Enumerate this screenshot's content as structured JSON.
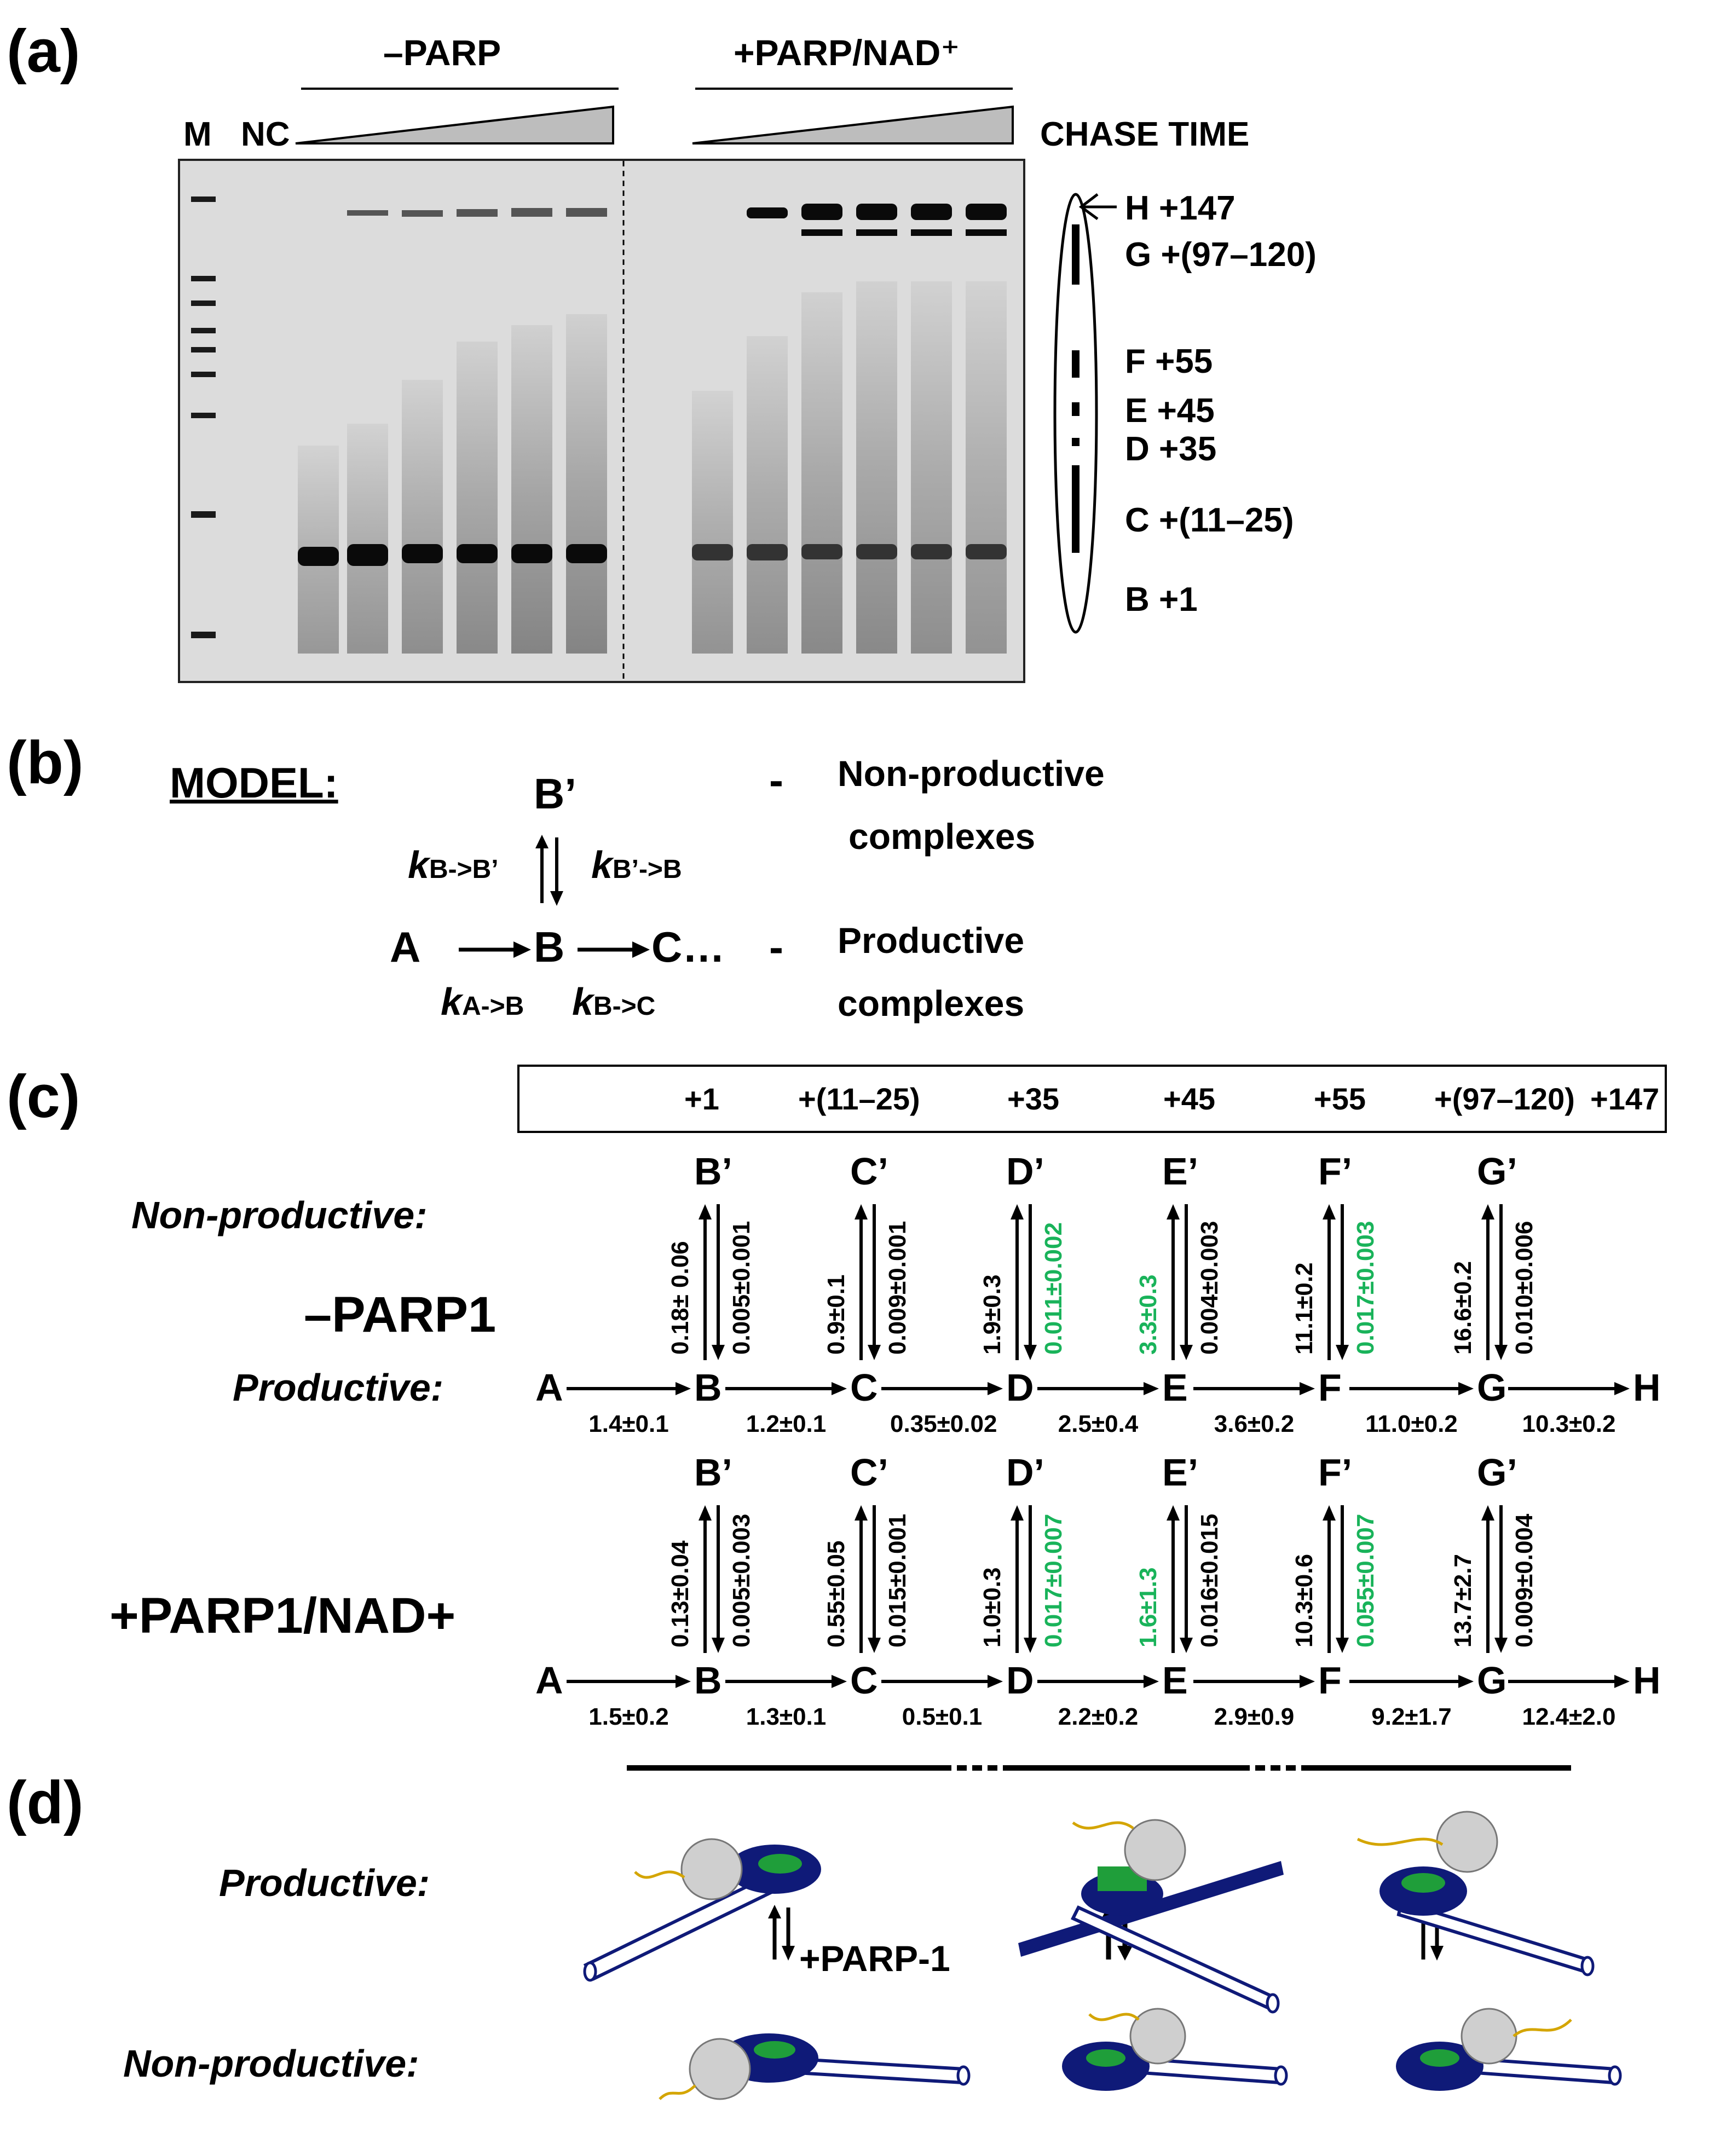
{
  "panels": {
    "a": "(a)",
    "b": "(b)",
    "c": "(c)",
    "d": "(d)"
  },
  "panel_a": {
    "group_left": "–PARP",
    "group_right": "+PARP/NAD⁺",
    "lane_m": "M",
    "lane_nc": "NC",
    "chase_time": "CHASE TIME",
    "bands": [
      {
        "label": "H +147"
      },
      {
        "label": "G +(97–120)"
      },
      {
        "label": "F +55"
      },
      {
        "label": "E +45"
      },
      {
        "label": "D +35"
      },
      {
        "label": "C +(11–25)"
      },
      {
        "label": "B +1"
      }
    ]
  },
  "panel_b": {
    "model_label": "MODEL:",
    "b_prime": "B’",
    "k_b_bprime": "k",
    "k_b_bprime_sub": "B->B’",
    "k_bprime_b": "k",
    "k_bprime_b_sub": "B’->B",
    "chain_a": "A",
    "chain_b": "B",
    "chain_c": "C…",
    "k_a_b": "k",
    "k_a_b_sub": "A->B",
    "k_b_c": "k",
    "k_b_c_sub": "B->C",
    "dash1": "-",
    "dash2": "-",
    "nonprod_1": "Non-productive",
    "nonprod_2": "complexes",
    "prod_1": "Productive",
    "prod_2": "complexes"
  },
  "panel_c": {
    "header": [
      "+1",
      "+(11–25)",
      "+35",
      "+45",
      "+55",
      "+(97–120)",
      "+147"
    ],
    "nonproductive_label": "Non-productive:",
    "productive_label": "Productive:",
    "cond_minus": "–PARP1",
    "cond_plus": "+PARP1/NAD+",
    "nodes": [
      "A",
      "B",
      "C",
      "D",
      "E",
      "F",
      "G",
      "H"
    ],
    "primes": [
      "B’",
      "C’",
      "D’",
      "E’",
      "F’",
      "G’"
    ],
    "minus": {
      "forward": [
        "1.4±0.1",
        "1.2±0.1",
        "0.35±0.02",
        "2.5±0.4",
        "3.6±0.2",
        "11.0±0.2",
        "10.3±0.2"
      ],
      "to_prime": [
        "0.18± 0.06",
        "0.9±0.1",
        "1.9±0.3",
        "3.3±0.3",
        "11.1±0.2",
        "16.6±0.2"
      ],
      "from_prime": [
        "0.005±0.001",
        "0.009±0.001",
        "0.011±0.002",
        "0.004±0.003",
        "0.017±0.003",
        "0.010±0.006"
      ],
      "to_prime_green": [
        false,
        false,
        false,
        true,
        false,
        false
      ],
      "from_prime_green": [
        false,
        false,
        true,
        false,
        true,
        false
      ]
    },
    "plus": {
      "forward": [
        "1.5±0.2",
        "1.3±0.1",
        "0.5±0.1",
        "2.2±0.2",
        "2.9±0.9",
        "9.2±1.7",
        "12.4±2.0"
      ],
      "to_prime": [
        "0.13±0.04",
        "0.55±0.05",
        "1.0±0.3",
        "1.6±1.3",
        "10.3±0.6",
        "13.7±2.7"
      ],
      "from_prime": [
        "0.005±0.003",
        "0.015±0.001",
        "0.017±0.007",
        "0.016±0.015",
        "0.055±0.007",
        "0.009±0.004"
      ],
      "to_prime_green": [
        false,
        false,
        false,
        true,
        false,
        false
      ],
      "from_prime_green": [
        false,
        false,
        true,
        false,
        true,
        false
      ]
    }
  },
  "panel_d": {
    "productive_label": "Productive:",
    "nonproductive_label": "Non-productive:",
    "parp_label": "+PARP-1"
  },
  "colors": {
    "green": "#19b35a",
    "navy": "#0f1a78",
    "nucleosome_green": "#1f9e3a",
    "rna": "#d4a500"
  }
}
